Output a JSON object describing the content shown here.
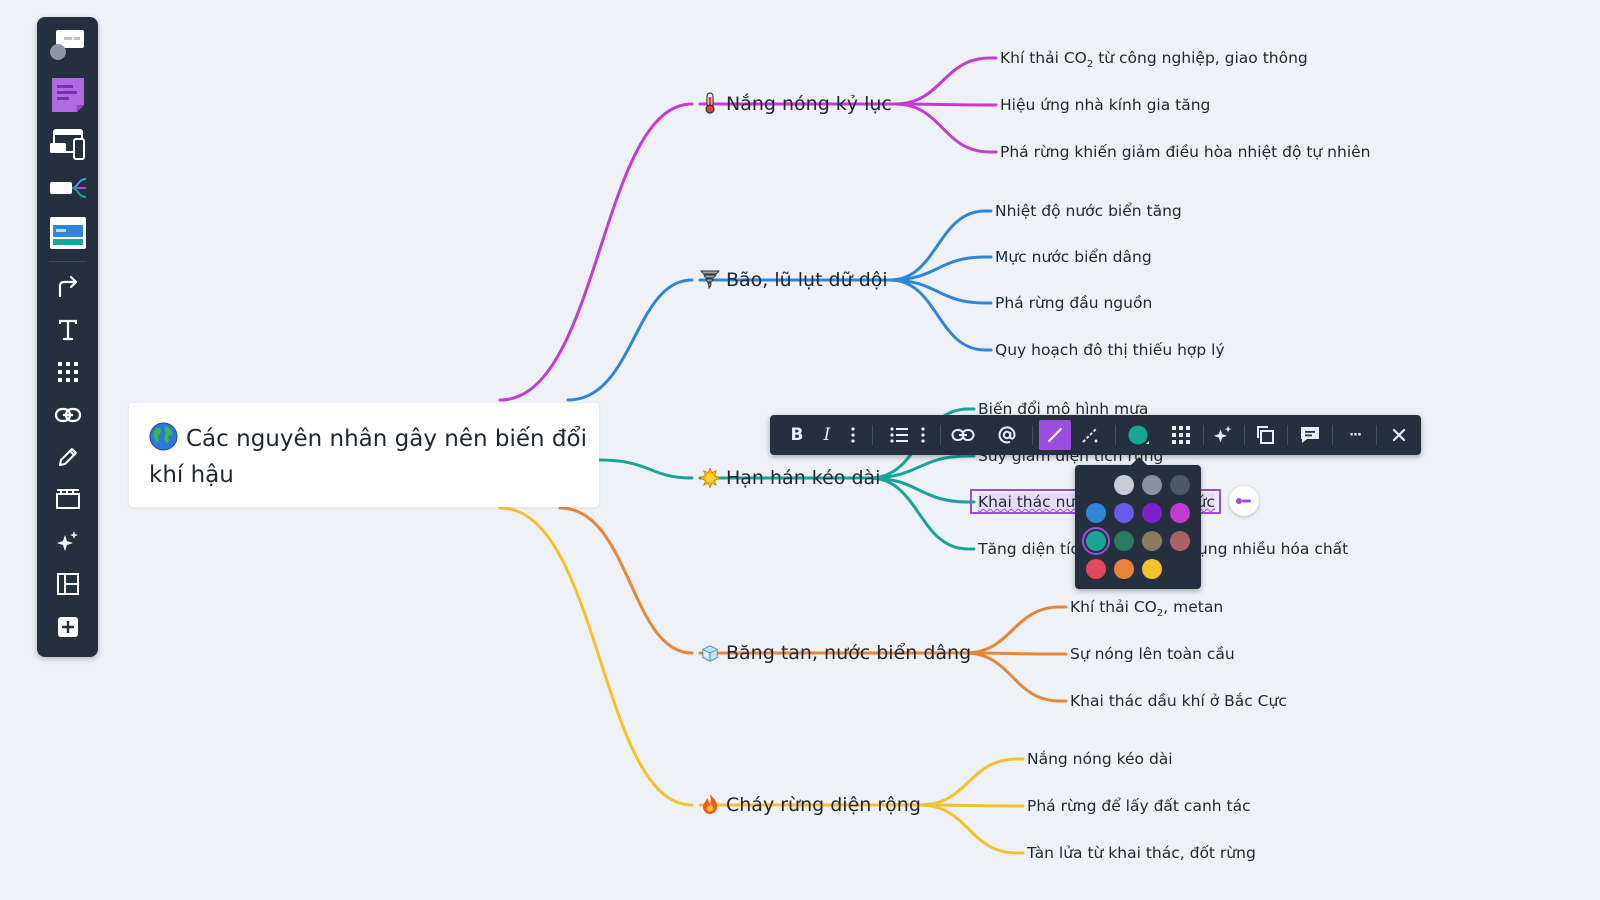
{
  "map": {
    "central": {
      "icon": "globe-icon",
      "title": "Các nguyên nhân gây nên biến đổi khí hậu"
    },
    "branches": [
      {
        "icon": "thermometer-icon",
        "label": "Nắng nóng kỷ lục",
        "color": "#c43ccf",
        "children": [
          {
            "pre": "Khí thải CO",
            "sub": "2",
            "post": " từ công nghiệp, giao thông"
          },
          {
            "pre": "Hiệu ứng nhà kính gia tăng",
            "sub": "",
            "post": ""
          },
          {
            "pre": "Phá rừng khiến giảm điều hòa nhiệt độ tự nhiên",
            "sub": "",
            "post": ""
          }
        ]
      },
      {
        "icon": "tornado-icon",
        "label": "Bão, lũ lụt dữ dội",
        "color": "#2f86d6",
        "children": [
          {
            "pre": "Nhiệt độ nước biển tăng",
            "sub": "",
            "post": ""
          },
          {
            "pre": "Mực nước biển dâng",
            "sub": "",
            "post": ""
          },
          {
            "pre": "Phá rừng đầu nguồn",
            "sub": "",
            "post": ""
          },
          {
            "pre": "Quy hoạch đô thị thiếu hợp lý",
            "sub": "",
            "post": ""
          }
        ]
      },
      {
        "icon": "sun-icon",
        "label": "Hạn hán kéo dài",
        "color": "#18a595",
        "children": [
          {
            "pre": "Biến đổi mô hình mưa",
            "sub": "",
            "post": ""
          },
          {
            "pre": "Suy giảm diện tích rừng",
            "sub": "",
            "post": ""
          },
          {
            "pre": "Khai thác nước ngầm quá mức",
            "sub": "",
            "post": ""
          },
          {
            "pre": "Tăng diện tích canh tác sử dụng nhiều hóa chất",
            "sub": "",
            "post": ""
          }
        ]
      },
      {
        "icon": "ice-cube-icon",
        "label": "Băng tan, nước biển dâng",
        "color": "#e8853a",
        "children": [
          {
            "pre": "Khí thải CO",
            "sub": "2",
            "post": ", metan"
          },
          {
            "pre": "Sự nóng lên toàn cầu",
            "sub": "",
            "post": ""
          },
          {
            "pre": "Khai thác dầu khí ở Bắc Cực",
            "sub": "",
            "post": ""
          }
        ]
      },
      {
        "icon": "fire-icon",
        "label": "Cháy rừng diện rộng",
        "color": "#f2c12e",
        "children": [
          {
            "pre": "Nắng nóng kéo dài",
            "sub": "",
            "post": ""
          },
          {
            "pre": "Phá rừng để lấy đất canh tác",
            "sub": "",
            "post": ""
          },
          {
            "pre": "Tàn lửa từ khai thác, đốt rừng",
            "sub": "",
            "post": ""
          }
        ]
      }
    ]
  },
  "left_toolbar": {
    "tools": [
      "comment-card-icon",
      "sticky-note-icon",
      "device-frames-icon",
      "mind-map-icon",
      "template-card-icon",
      "connector-arrow-icon",
      "text-tool-icon",
      "apps-grid-icon",
      "link-icon",
      "pen-icon",
      "frame-icon",
      "ai-sparkle-icon",
      "layout-icon",
      "add-more-icon"
    ]
  },
  "format_toolbar": {
    "bold": "B",
    "italic": "I",
    "more": "···",
    "active_color": "#18a595",
    "accent": "#9b4de0"
  },
  "palette": {
    "colors": [
      "#c9ced6",
      "#8a929e",
      "#4e5968",
      "#2f86d6",
      "#6a5be8",
      "#7a21c9",
      "#c43ccf",
      "#18a595",
      "#2d7a63",
      "#8a7b63",
      "#a86464",
      "#e0485e",
      "#e8853a",
      "#f2c12e"
    ],
    "selected": 7
  }
}
